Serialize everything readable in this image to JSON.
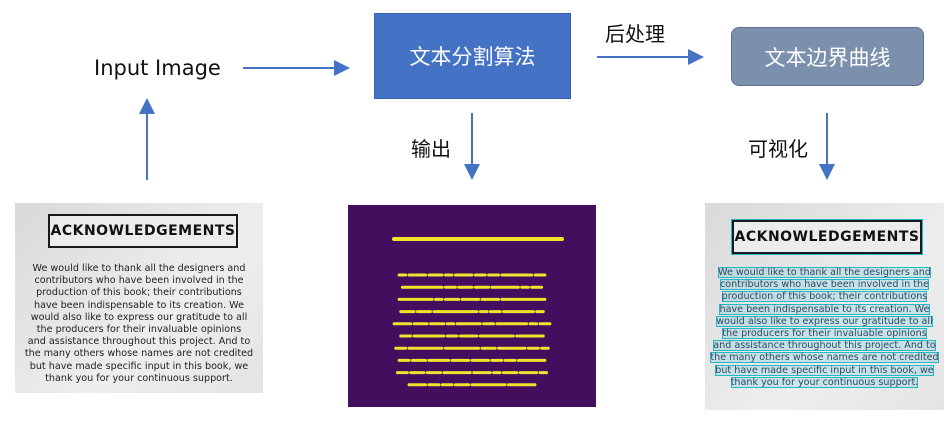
{
  "nodes": {
    "input_label": "Input Image",
    "seg_box": "文本分割算法",
    "curve_box": "文本边界曲线"
  },
  "edge_labels": {
    "post": "后处理",
    "output": "输出",
    "visualize": "可视化"
  },
  "document": {
    "title": "ACKNOWLEDGEMENTS",
    "lines": [
      "We would like to thank all the designers and",
      "contributors who have been involved in the",
      "production of this book; their contributions",
      "have been indispensable to its creation. We",
      "would also like to express our gratitude to all",
      "the producers for their invaluable opinions",
      "and assistance throughout this project. And to",
      "the many others whose names are not credited",
      "but have made specific input in this book, we",
      "thank you for your continuous support."
    ]
  },
  "colors": {
    "seg_box": "#4472c4",
    "curve_box": "#7b90ad",
    "arrow": "#4472c4",
    "seg_background": "#440d5e",
    "seg_text": "#f1e32a",
    "boundary": "#27b8c8"
  }
}
